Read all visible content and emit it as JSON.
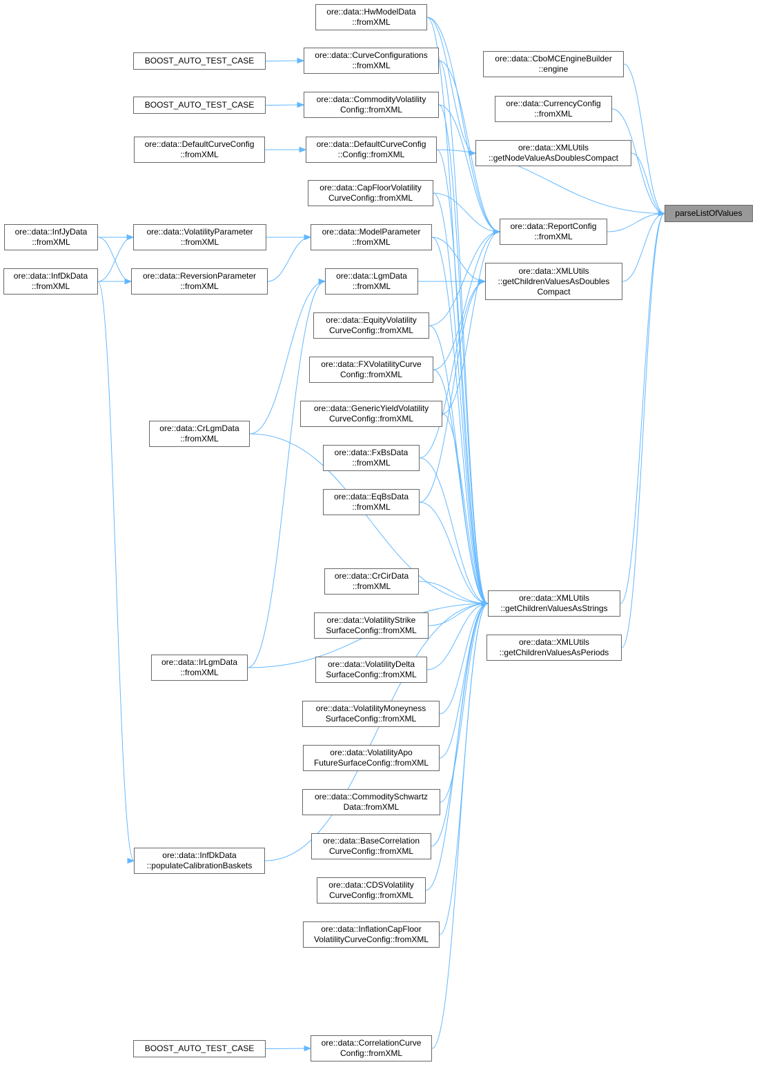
{
  "colors": {
    "edge": "#63b8ff",
    "node_border": "#666666",
    "root_fill": "#999999"
  },
  "nodes": [
    {
      "id": "root",
      "lines": [
        "parseListOfValues"
      ],
      "root": true
    },
    {
      "id": "hwmodel",
      "lines": [
        "ore::data::HwModelData",
        "::fromXML"
      ]
    },
    {
      "id": "curveconf",
      "lines": [
        "ore::data::CurveConfigurations",
        "::fromXML"
      ]
    },
    {
      "id": "boost1",
      "lines": [
        "BOOST_AUTO_TEST_CASE"
      ]
    },
    {
      "id": "commvol",
      "lines": [
        "ore::data::CommodityVolatility",
        "Config::fromXML"
      ]
    },
    {
      "id": "boost2",
      "lines": [
        "BOOST_AUTO_TEST_CASE"
      ]
    },
    {
      "id": "defcc",
      "lines": [
        "ore::data::DefaultCurveConfig",
        "::Config::fromXML"
      ]
    },
    {
      "id": "defc",
      "lines": [
        "ore::data::DefaultCurveConfig",
        "::fromXML"
      ]
    },
    {
      "id": "capfloor",
      "lines": [
        "ore::data::CapFloorVolatility",
        "CurveConfig::fromXML"
      ]
    },
    {
      "id": "modelparam",
      "lines": [
        "ore::data::ModelParameter",
        "::fromXML"
      ]
    },
    {
      "id": "volparam",
      "lines": [
        "ore::data::VolatilityParameter",
        "::fromXML"
      ]
    },
    {
      "id": "infjy",
      "lines": [
        "ore::data::InfJyData",
        "::fromXML"
      ]
    },
    {
      "id": "revparam",
      "lines": [
        "ore::data::ReversionParameter",
        "::fromXML"
      ]
    },
    {
      "id": "infdk",
      "lines": [
        "ore::data::InfDkData",
        "::fromXML"
      ]
    },
    {
      "id": "lgm",
      "lines": [
        "ore::data::LgmData",
        "::fromXML"
      ]
    },
    {
      "id": "eqvol",
      "lines": [
        "ore::data::EquityVolatility",
        "CurveConfig::fromXML"
      ]
    },
    {
      "id": "fxvol",
      "lines": [
        "ore::data::FXVolatilityCurve",
        "Config::fromXML"
      ]
    },
    {
      "id": "genyield",
      "lines": [
        "ore::data::GenericYieldVolatility",
        "CurveConfig::fromXML"
      ]
    },
    {
      "id": "fxbs",
      "lines": [
        "ore::data::FxBsData",
        "::fromXML"
      ]
    },
    {
      "id": "eqbs",
      "lines": [
        "ore::data::EqBsData",
        "::fromXML"
      ]
    },
    {
      "id": "crlgm",
      "lines": [
        "ore::data::CrLgmData",
        "::fromXML"
      ]
    },
    {
      "id": "crcir",
      "lines": [
        "ore::data::CrCirData",
        "::fromXML"
      ]
    },
    {
      "id": "volstrike",
      "lines": [
        "ore::data::VolatilityStrike",
        "SurfaceConfig::fromXML"
      ]
    },
    {
      "id": "voldelta",
      "lines": [
        "ore::data::VolatilityDelta",
        "SurfaceConfig::fromXML"
      ]
    },
    {
      "id": "volmoney",
      "lines": [
        "ore::data::VolatilityMoneyness",
        "SurfaceConfig::fromXML"
      ]
    },
    {
      "id": "volapo",
      "lines": [
        "ore::data::VolatilityApo",
        "FutureSurfaceConfig::fromXML"
      ]
    },
    {
      "id": "commsch",
      "lines": [
        "ore::data::CommoditySchwartz",
        "Data::fromXML"
      ]
    },
    {
      "id": "basecorr",
      "lines": [
        "ore::data::BaseCorrelation",
        "CurveConfig::fromXML"
      ]
    },
    {
      "id": "cdsvol",
      "lines": [
        "ore::data::CDSVolatility",
        "CurveConfig::fromXML"
      ]
    },
    {
      "id": "inflcap",
      "lines": [
        "ore::data::InflationCapFloor",
        "VolatilityCurveConfig::fromXML"
      ]
    },
    {
      "id": "boost3",
      "lines": [
        "BOOST_AUTO_TEST_CASE"
      ]
    },
    {
      "id": "corrcurve",
      "lines": [
        "ore::data::CorrelationCurve",
        "Config::fromXML"
      ]
    },
    {
      "id": "irlgm",
      "lines": [
        "ore::data::IrLgmData",
        "::fromXML"
      ]
    },
    {
      "id": "infdkpop",
      "lines": [
        "ore::data::InfDkData",
        "::populateCalibrationBaskets"
      ]
    },
    {
      "id": "cbomc",
      "lines": [
        "ore::data::CboMCEngineBuilder",
        "::engine"
      ]
    },
    {
      "id": "currconf",
      "lines": [
        "ore::data::CurrencyConfig",
        "::fromXML"
      ]
    },
    {
      "id": "getnode",
      "lines": [
        "ore::data::XMLUtils",
        "::getNodeValueAsDoublesCompact"
      ]
    },
    {
      "id": "report",
      "lines": [
        "ore::data::ReportConfig",
        "::fromXML"
      ]
    },
    {
      "id": "getchd",
      "lines": [
        "ore::data::XMLUtils",
        "::getChildrenValuesAsDoubles",
        "Compact"
      ]
    },
    {
      "id": "getchs",
      "lines": [
        "ore::data::XMLUtils",
        "::getChildrenValuesAsStrings"
      ]
    },
    {
      "id": "getchp",
      "lines": [
        "ore::data::XMLUtils",
        "::getChildrenValuesAsPeriods"
      ]
    }
  ],
  "edges": [
    [
      "cbomc",
      "root"
    ],
    [
      "currconf",
      "root"
    ],
    [
      "getnode",
      "root"
    ],
    [
      "defcc",
      "root"
    ],
    [
      "report",
      "root"
    ],
    [
      "getchd",
      "root"
    ],
    [
      "getchs",
      "root"
    ],
    [
      "getchp",
      "root"
    ],
    [
      "hwmodel",
      "getnode"
    ],
    [
      "capfloor",
      "report"
    ],
    [
      "curveconf",
      "report"
    ],
    [
      "hwmodel",
      "report"
    ],
    [
      "commvol",
      "report"
    ],
    [
      "modelparam",
      "getchd"
    ],
    [
      "lgm",
      "getchd"
    ],
    [
      "eqvol",
      "report"
    ],
    [
      "fxvol",
      "report"
    ],
    [
      "genyield",
      "report"
    ],
    [
      "fxbs",
      "getchd"
    ],
    [
      "eqbs",
      "getchd"
    ],
    [
      "crcir",
      "getchs"
    ],
    [
      "volstrike",
      "getchs"
    ],
    [
      "voldelta",
      "getchs"
    ],
    [
      "volmoney",
      "getchs"
    ],
    [
      "volapo",
      "getchs"
    ],
    [
      "commsch",
      "getchs"
    ],
    [
      "basecorr",
      "getchs"
    ],
    [
      "cdsvol",
      "getchs"
    ],
    [
      "inflcap",
      "getchs"
    ],
    [
      "corrcurve",
      "getchs"
    ],
    [
      "eqbs",
      "getchs"
    ],
    [
      "fxbs",
      "getchs"
    ],
    [
      "genyield",
      "getchs"
    ],
    [
      "fxvol",
      "getchs"
    ],
    [
      "eqvol",
      "getchs"
    ],
    [
      "modelparam",
      "getchs"
    ],
    [
      "capfloor",
      "getchs"
    ],
    [
      "defcc",
      "getchs"
    ],
    [
      "commvol",
      "getchs"
    ],
    [
      "curveconf",
      "getchs"
    ],
    [
      "hwmodel",
      "getchs"
    ],
    [
      "crlgm",
      "getchs"
    ],
    [
      "irlgm",
      "getchs"
    ],
    [
      "infdkpop",
      "getchs"
    ],
    [
      "boost1",
      "curveconf"
    ],
    [
      "boost2",
      "commvol"
    ],
    [
      "defc",
      "defcc"
    ],
    [
      "volparam",
      "modelparam"
    ],
    [
      "revparam",
      "modelparam"
    ],
    [
      "infjy",
      "volparam"
    ],
    [
      "infjy",
      "revparam"
    ],
    [
      "infdk",
      "volparam"
    ],
    [
      "infdk",
      "revparam"
    ],
    [
      "infdk",
      "infdkpop"
    ],
    [
      "crlgm",
      "lgm"
    ],
    [
      "irlgm",
      "lgm"
    ],
    [
      "boost3",
      "corrcurve"
    ]
  ]
}
